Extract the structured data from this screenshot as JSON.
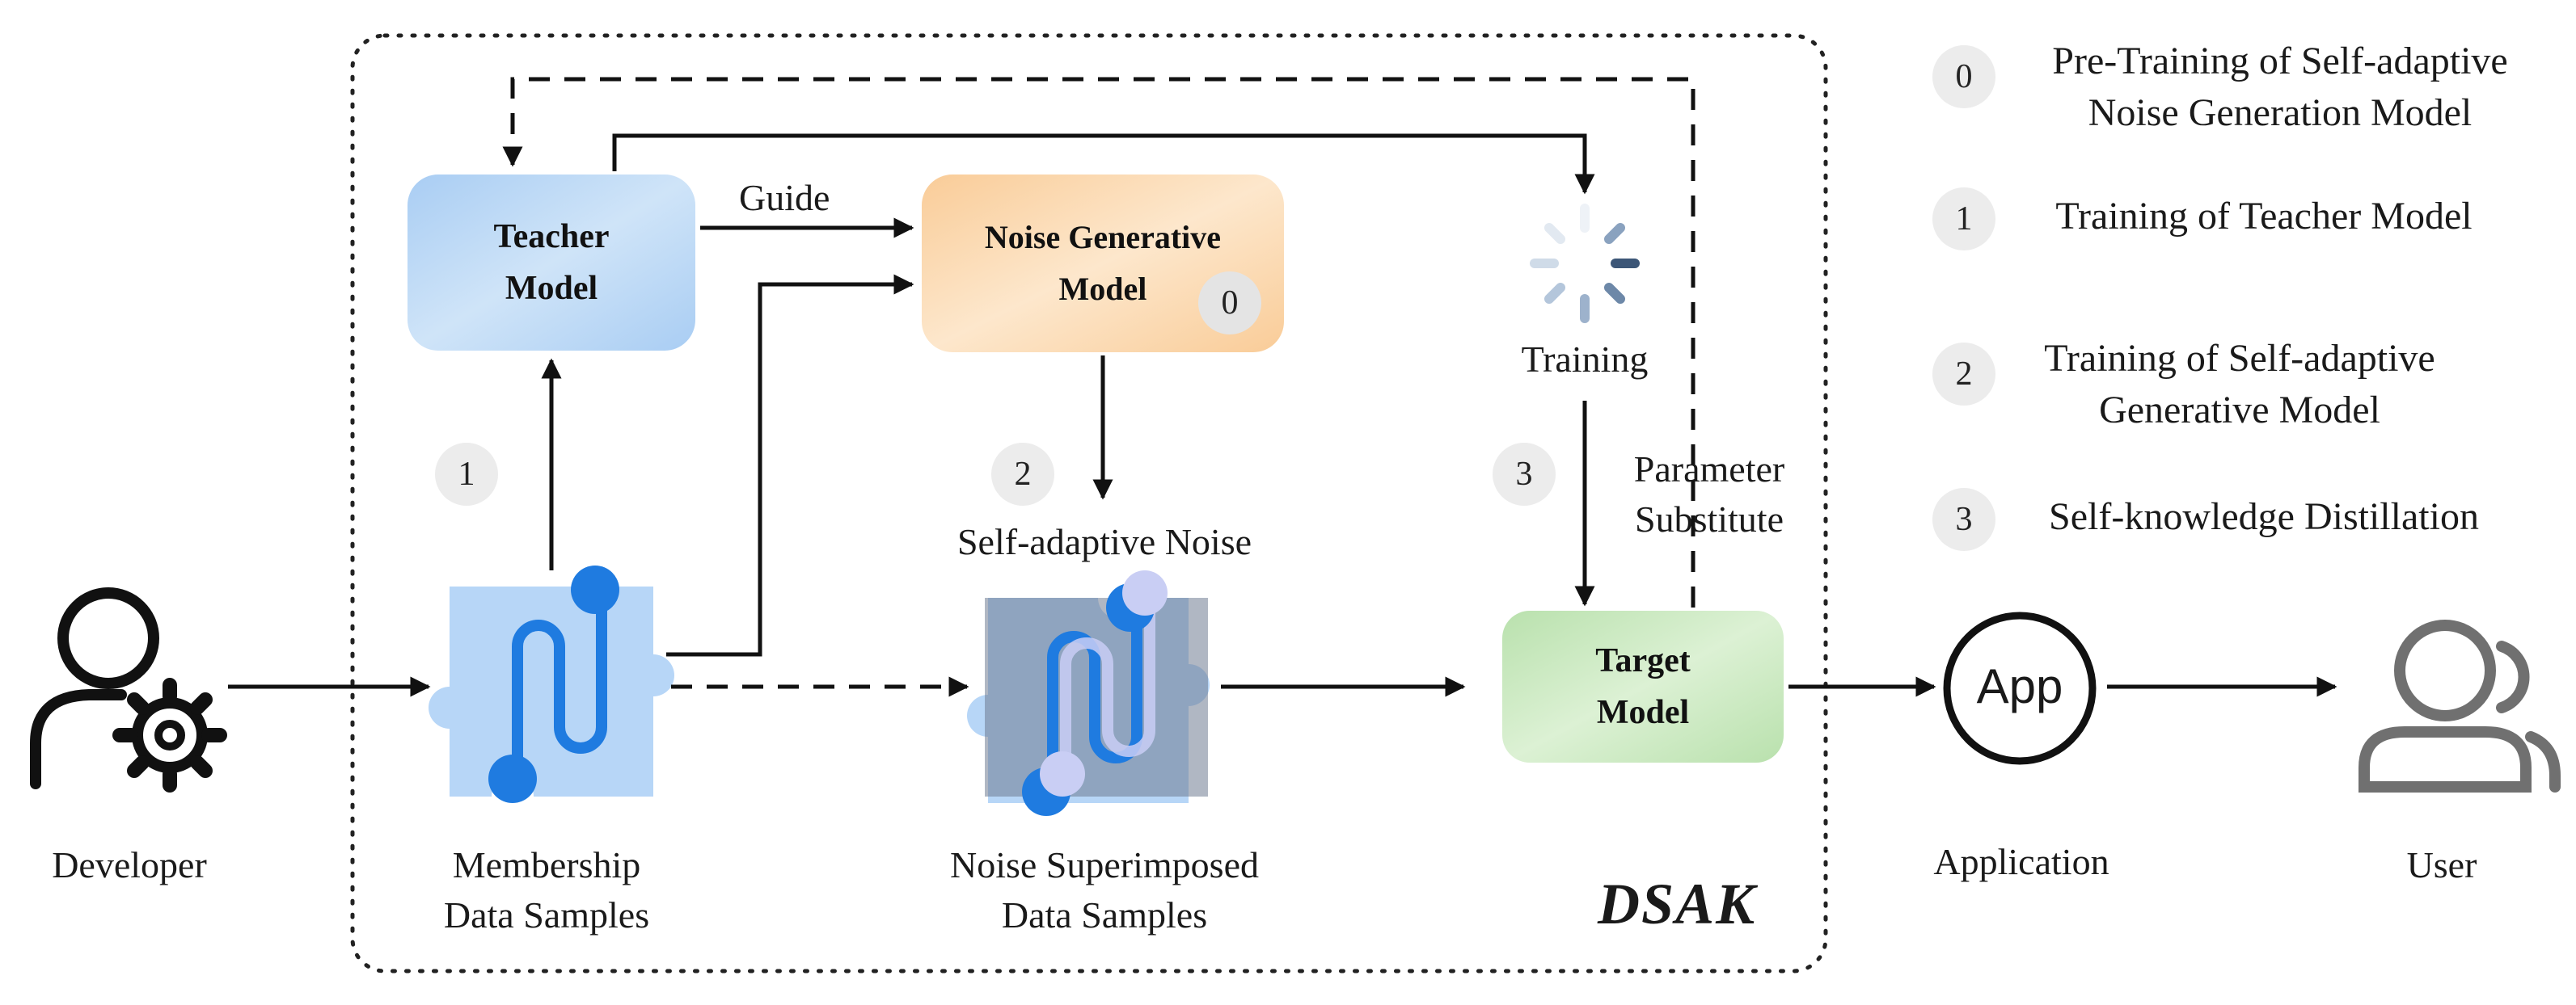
{
  "diagram": {
    "framework_name": "DSAK",
    "nodes": {
      "teacher_model": "Teacher\nModel",
      "noise_generative_model": "Noise Generative\nModel",
      "target_model": "Target\nModel",
      "training": "Training",
      "self_adaptive_noise": "Self-adaptive Noise"
    },
    "labels": {
      "developer": "Developer",
      "membership": "Membership\nData Samples",
      "noise_superimposed": "Noise Superimposed\nData Samples",
      "application": "Application",
      "user": "User",
      "app_icon_text": "App",
      "guide": "Guide",
      "parameter_substitute": "Parameter\nSubstitute"
    },
    "badges": {
      "noise_model": "0",
      "step1": "1",
      "step2": "2",
      "step3": "3"
    },
    "legend": [
      {
        "num": "0",
        "text": "Pre-Training of Self-adaptive Noise Generation Model"
      },
      {
        "num": "1",
        "text": "Training of Teacher Model"
      },
      {
        "num": "2",
        "text": "Training of Self-adaptive Generative Model"
      },
      {
        "num": "3",
        "text": "Self-knowledge Distillation"
      }
    ]
  },
  "colors": {
    "teacher_box": "#bcd9f5",
    "noise_box": "#fbd9b0",
    "target_box": "#cbe8c2",
    "puzzle_blue": "#b7d6f7",
    "path_blue": "#1f7be0",
    "noise_gray": "#8f9bb0",
    "badge_gray": "#ececec"
  }
}
